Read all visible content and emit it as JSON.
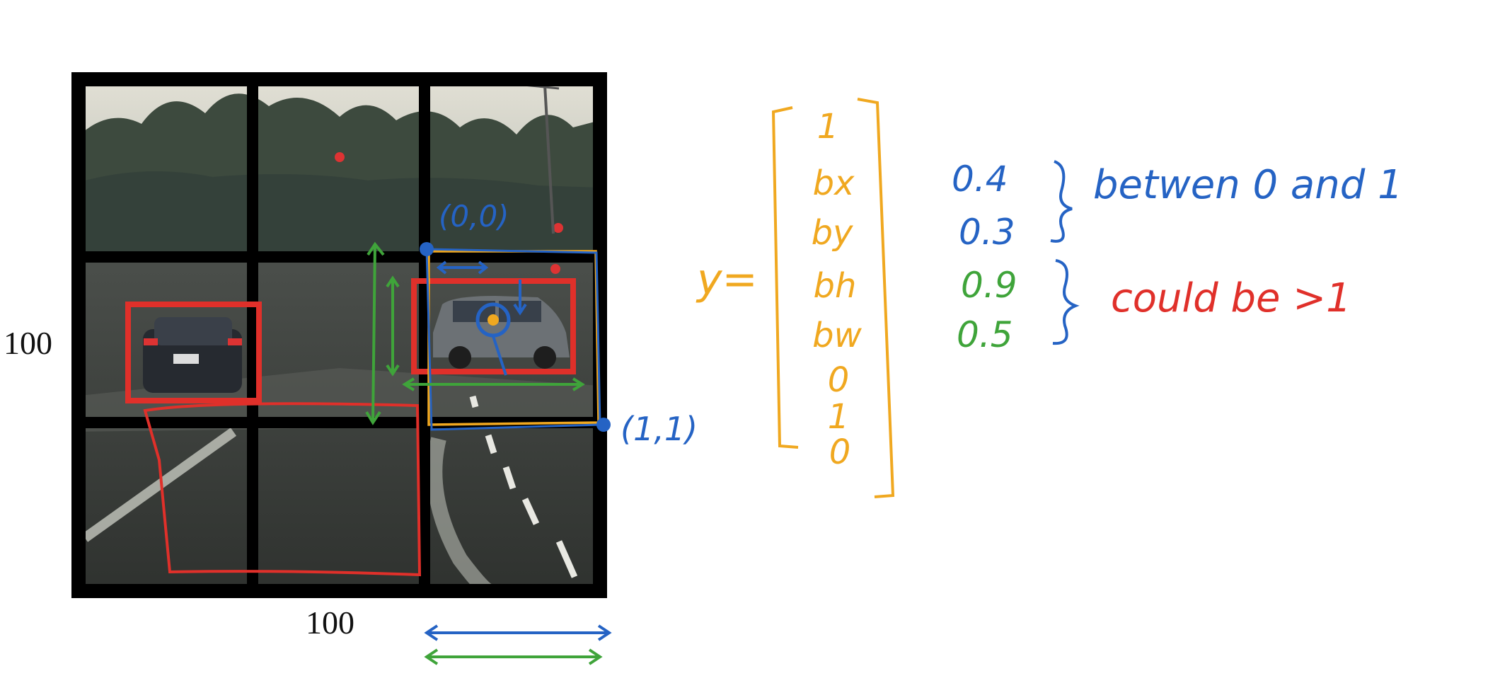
{
  "image": {
    "width_label": "100",
    "height_label": "100",
    "grid": "3x3",
    "description_note": ""
  },
  "annotations": {
    "origin_label": "(0,0)",
    "corner_label": "(1,1)"
  },
  "vector": {
    "lhs": "y=",
    "entries": [
      "1",
      "bx",
      "by",
      "bh",
      "bw",
      "0",
      "1",
      "0"
    ]
  },
  "values": {
    "bx": "0.4",
    "by": "0.3",
    "bh": "0.9",
    "bw": "0.5"
  },
  "notes": {
    "between": "betwen  0  and  1",
    "could_be": "could  be  >1"
  },
  "colors": {
    "blue": "#2563c4",
    "green": "#3fa43a",
    "red": "#e0302a",
    "orange": "#f0a820",
    "grid_line": "#000000",
    "road_dark": "#3a3d3a",
    "sky": "#d9d8cf",
    "tree": "#3b4a3c"
  }
}
